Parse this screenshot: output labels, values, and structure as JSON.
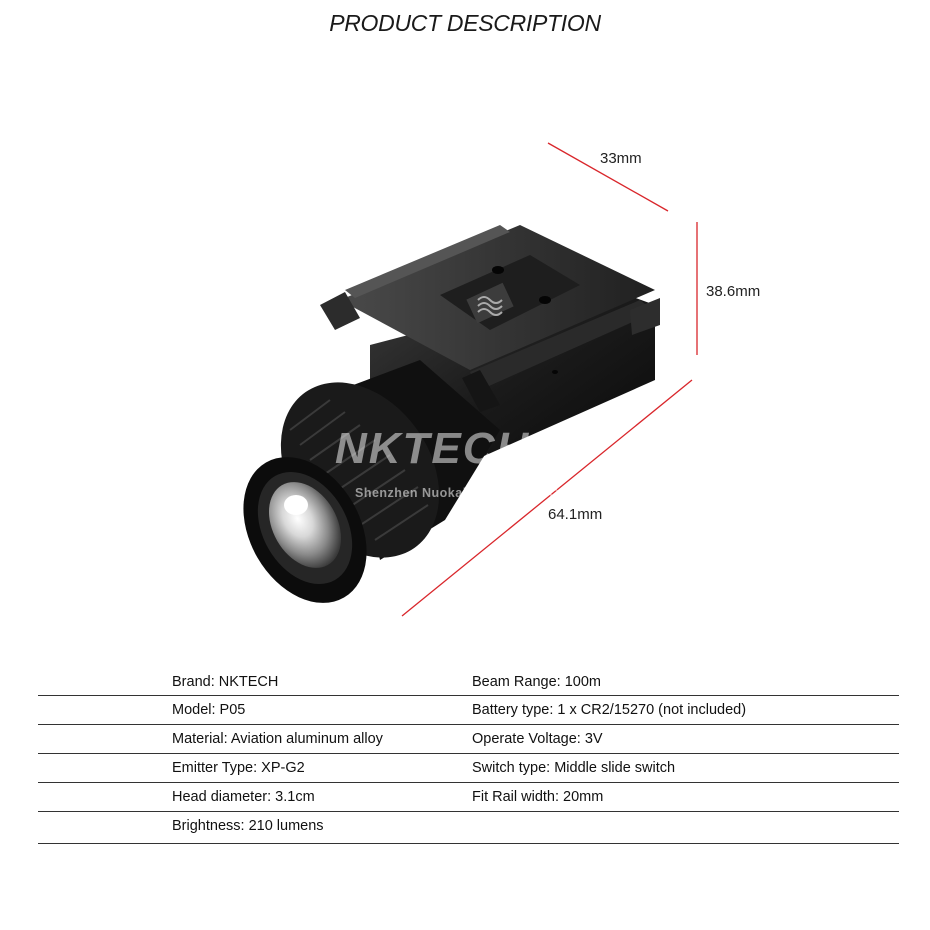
{
  "title": "PRODUCT DESCRIPTION",
  "dimensions": {
    "width": "33mm",
    "height": "38.6mm",
    "length": "64.1mm",
    "line_color": "#d9262b"
  },
  "watermark": {
    "brand": "NKTECH",
    "company": "Shenzhen Nuokai Technology Co., Ltd"
  },
  "specs": [
    {
      "left": "Brand: NKTECH",
      "right": "Beam Range: 100m"
    },
    {
      "left": "Model: P05",
      "right": "Battery type: 1 x CR2/15270 (not included)"
    },
    {
      "left": "Material: Aviation aluminum alloy",
      "right": "Operate Voltage: 3V"
    },
    {
      "left": "Emitter Type: XP-G2",
      "right": "Switch type: Middle slide switch"
    },
    {
      "left": "Head diameter: 3.1cm",
      "right": "Fit Rail width: 20mm"
    },
    {
      "left": "Brightness: 210 lumens",
      "right": ""
    }
  ]
}
